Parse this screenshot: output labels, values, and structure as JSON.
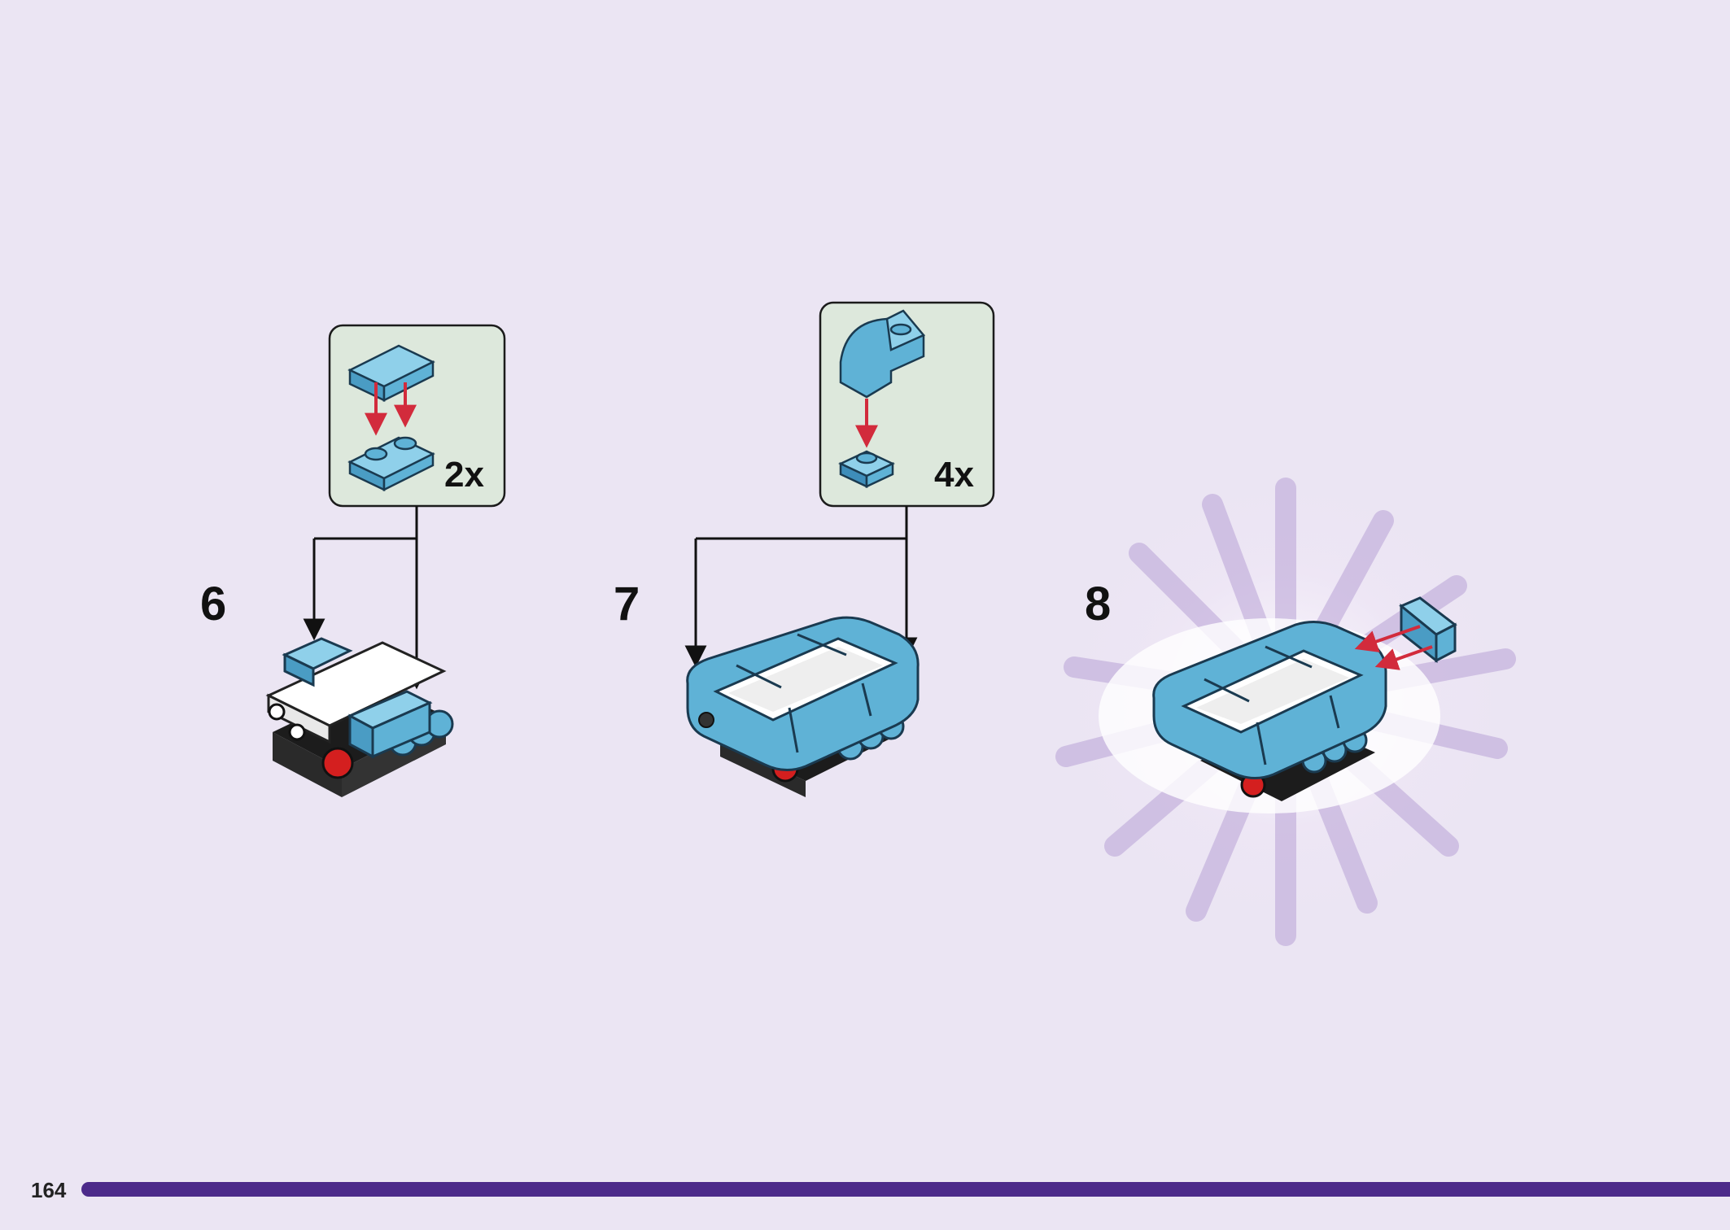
{
  "steps": [
    {
      "number": "6",
      "callout_quantity": "2x"
    },
    {
      "number": "7",
      "callout_quantity": "4x"
    },
    {
      "number": "8"
    }
  ],
  "footer": {
    "page_number": "164",
    "bar_color": "#4c2a8a"
  },
  "colors": {
    "background": "#ebe5f3",
    "callout_fill": "#dde8dc",
    "brick_blue": "#5fb2d6",
    "arrow_red": "#d22b3c"
  }
}
